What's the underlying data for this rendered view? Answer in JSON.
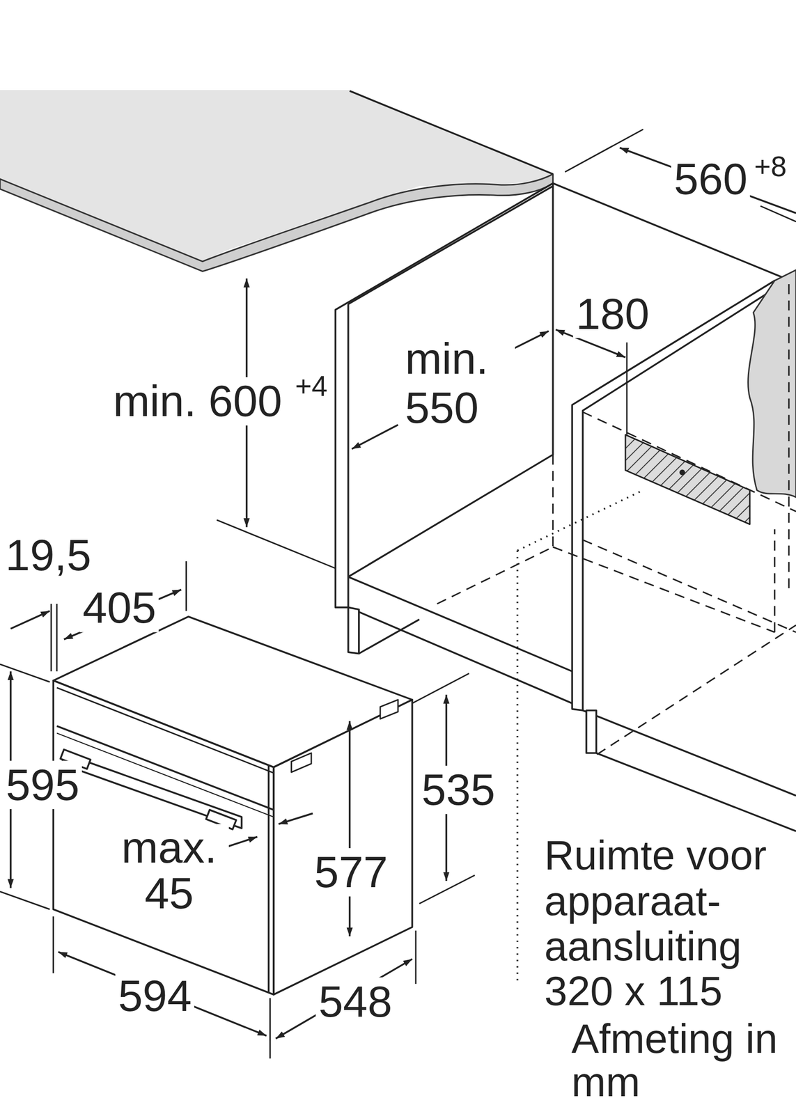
{
  "diagram": {
    "labels": [
      "560",
      "+8",
      "180",
      "min. 550",
      "min. 600",
      "+4",
      "19,5",
      "405",
      "595",
      "max. 45",
      "577",
      "535",
      "594",
      "548",
      "Ruimte voor apparaat- aansluiting 320 x 115",
      "Afmeting in mm"
    ]
  }
}
